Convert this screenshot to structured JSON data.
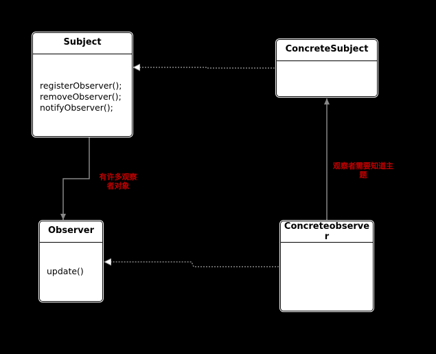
{
  "colors": {
    "background": "#000000",
    "box_fill": "#ffffff",
    "box_border": "#000000",
    "line": "#888888",
    "note_text": "#c00000"
  },
  "classes": {
    "subject": {
      "title": "Subject",
      "methods": [
        "registerObserver();",
        "removeObserver();",
        "notifyObserver();"
      ]
    },
    "concrete_subject": {
      "title": "ConcreteSubject",
      "methods": []
    },
    "observer": {
      "title": "Observer",
      "methods": [
        "update()"
      ]
    },
    "concrete_observer": {
      "title": "Concreteobserver",
      "methods": []
    }
  },
  "relations": [
    {
      "from": "concrete_subject",
      "to": "subject",
      "style": "dashed",
      "arrow": "open-triangle"
    },
    {
      "from": "subject",
      "to": "observer",
      "style": "solid",
      "arrow": "filled"
    },
    {
      "from": "concrete_observer",
      "to": "concrete_subject",
      "style": "solid",
      "arrow": "filled"
    },
    {
      "from": "concrete_observer",
      "to": "observer",
      "style": "dashed",
      "arrow": "open-triangle"
    }
  ],
  "notes": {
    "subject_observer": "有许多观察者对象",
    "observer_subject": "观察者需要知道主题"
  }
}
